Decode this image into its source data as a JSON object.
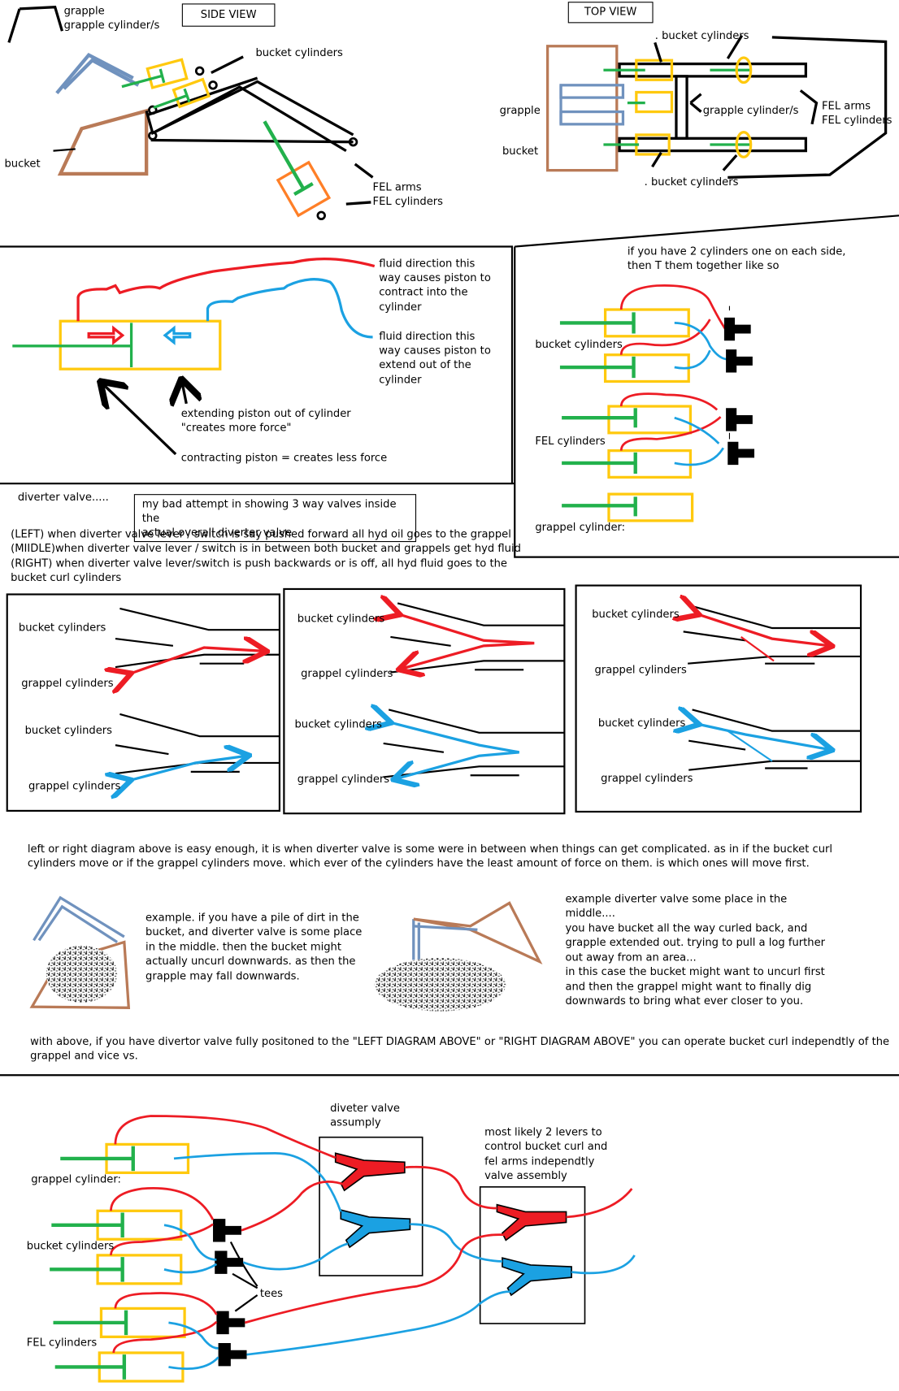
{
  "side_view": {
    "title": "SIDE VIEW",
    "grapple_label": "grapple",
    "grapple_cylinder_label": "grapple cylinder/s",
    "bucket_cylinders_label": "bucket cylinders",
    "bucket_label": "bucket",
    "fel_arms_label": "FEL arms",
    "fel_cylinders_label": "FEL cylinders"
  },
  "top_view": {
    "title": "TOP VIEW",
    "bucket_cylinders_top": ". bucket cylinders",
    "grapple_label": "grapple",
    "bucket_label": "bucket",
    "grapple_cylinder_label": "grapple cylinder/s",
    "fel_arms_label": "FEL arms",
    "fel_cylinders_label": "FEL cylinders",
    "bucket_cylinders_bottom": ". bucket cylinders"
  },
  "fluid_direction": {
    "contract_text": [
      "fluid direction this",
      "way causes piston to",
      "contract into the",
      "cylinder"
    ],
    "extend_text": [
      "fluid direction this",
      "way causes piston to",
      "extend out of the",
      "cylinder"
    ],
    "extending_note": [
      "extending piston out of cylinder",
      "\"creates more force\""
    ],
    "contracting_note": "contracting piston = creates less force"
  },
  "tee_diagram": {
    "intro": [
      "if you have 2 cylinders one on each side,",
      "then T them together like so"
    ],
    "bucket_cylinders_label": "bucket cylinders",
    "fel_cylinders_label": "FEL cylinders",
    "grappel_cylinder_label": "grappel cylinder:"
  },
  "diverter": {
    "title": "diverter valve.....",
    "boxed_note": [
      "my bad attempt in showing 3 way valves inside the",
      "actual overall diverter valve"
    ],
    "lines": [
      "(LEFT) when diverter valve lever / switch is say pushed forward all hyd oil goes to the grappel",
      "(MIIDLE)when diverter valve lever / switch is in between both bucket and grappels get hyd fluid",
      "(RIGHT) when diverter valve lever/switch is push backwards or is off,  all hyd fluid goes to the",
      "bucket curl cylinders"
    ],
    "panel_labels": {
      "bucket": "bucket cylinders",
      "grappel": "grappel cylinders"
    }
  },
  "explanation": {
    "paragraph": [
      "left or right diagram above is easy enough, it is when diverter valve is some were in between when things can get complicated. as in if the bucket curl",
      "cylinders move or if the grappel cylinders move.  which ever of the cylinders have the least amount of force on them. is which ones will move first."
    ],
    "example_left": [
      "example. if you have a pile of dirt in the",
      "bucket,  and diverter valve is some place",
      "in the middle. then the bucket might",
      "actually uncurl downwards. as then the",
      "grapple may fall downwards."
    ],
    "example_right": [
      "example diverter valve some place in the",
      "middle....",
      "you have bucket all the way curled back, and",
      "grapple extended out. trying to pull a log further",
      "out away from an area...",
      "in this case the bucket might want to uncurl first",
      "and then the grappel might want to finally dig",
      "downwards to bring what ever closer to you."
    ],
    "closing": [
      "with above, if you have divertor valve fully positoned to the \"LEFT DIAGRAM ABOVE\" or \"RIGHT DIAGRAM ABOVE\" you can operate bucket curl independtly of the",
      "grappel and vice vs."
    ]
  },
  "plumbing": {
    "diverter_label": [
      "diveter valve",
      "assumply"
    ],
    "valve_label": [
      "most likely 2 levers to",
      "control bucket curl and",
      "fel arms independtly",
      "valve assembly"
    ],
    "grappel_cylinder_label": "grappel cylinder:",
    "bucket_cylinders_label": "bucket cylinders",
    "fel_cylinders_label": "FEL cylinders",
    "tees_label": "tees"
  },
  "colors": {
    "red": "#ed1c24",
    "blue": "#1ba1e2",
    "green": "#22b14c",
    "yellow": "#ffc90e",
    "orange": "#ff7f27",
    "grapple_blue": "#7092be",
    "bucket_brown": "#b97a57"
  }
}
